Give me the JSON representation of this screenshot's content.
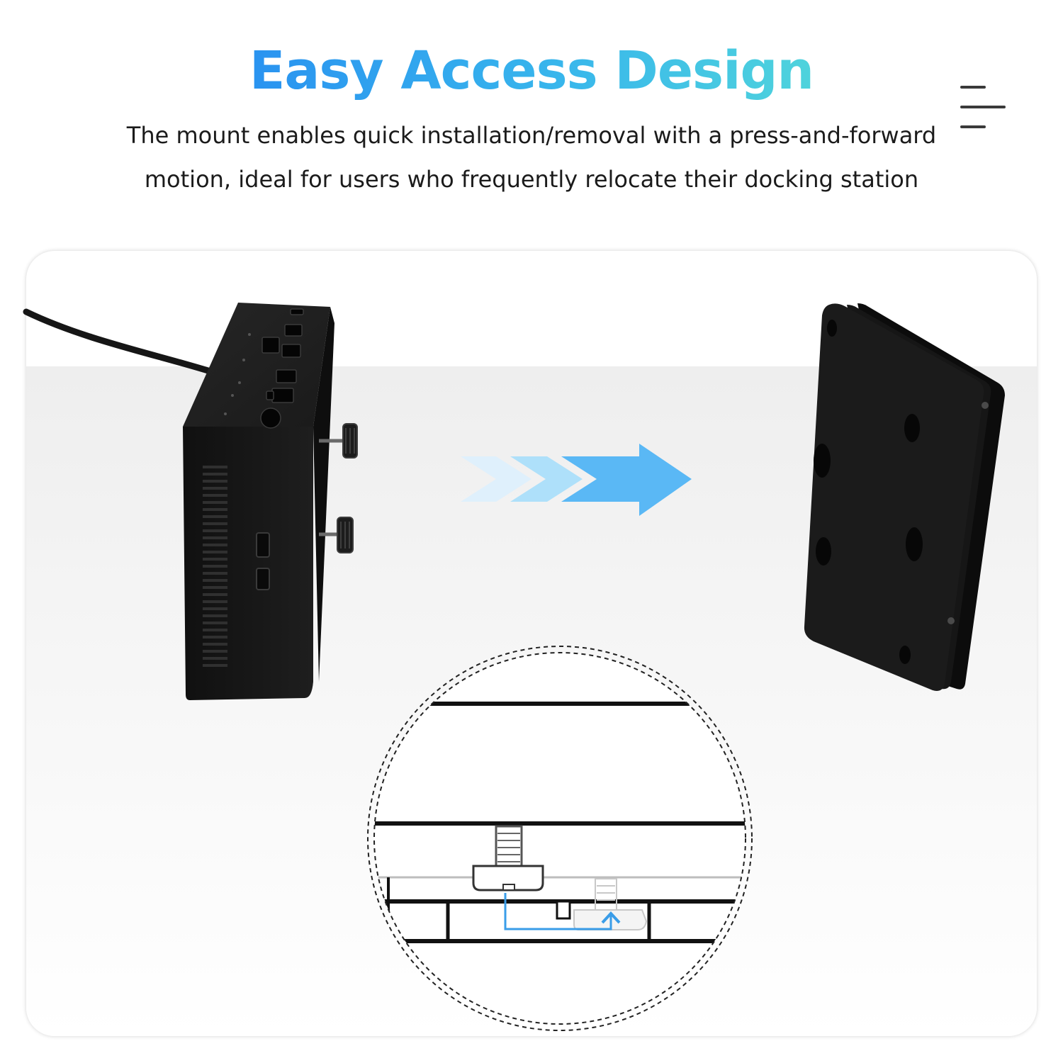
{
  "header": {
    "title": "Easy Access Design",
    "subtitle_line1": "The mount enables quick installation/removal with a press-and-forward",
    "subtitle_line2": "motion, ideal for users who frequently relocate their docking station"
  },
  "icons": {
    "menu": "menu-icon",
    "arrow": "arrow-right-icon",
    "arrow_detail": "arrow-up-icon"
  },
  "colors": {
    "title_gradient_start": "#2a93f0",
    "title_gradient_end": "#4fd3dc",
    "arrow_blue": "#5ab8f5",
    "detail_blue": "#3a9de8",
    "product_black": "#1a1a1a"
  }
}
